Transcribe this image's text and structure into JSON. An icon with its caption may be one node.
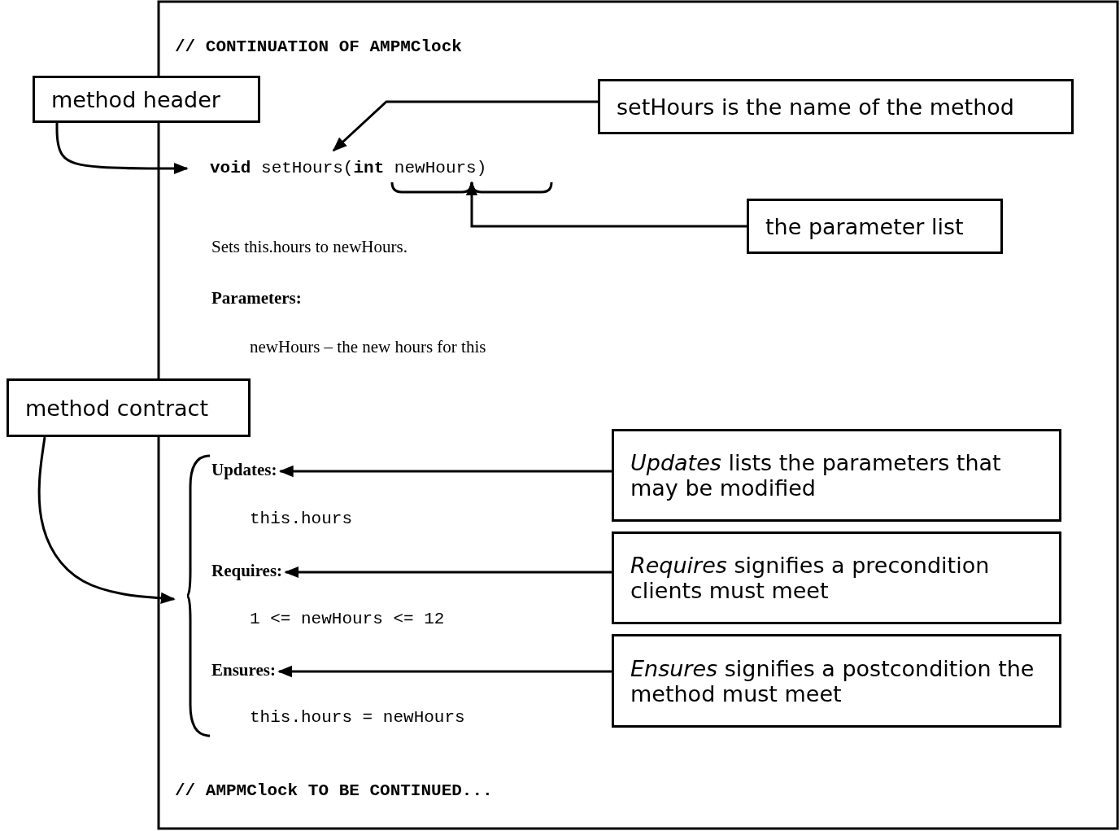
{
  "diagram": {
    "nodes": [
      {
        "text": [
          "method header"
        ]
      },
      {
        "text": [
          "setHours is the name of the method"
        ]
      },
      {
        "text": [
          "**void** setHours(**int** newHours)"
        ]
      },
      {
        "text": [],
        "shape": "brace"
      },
      {
        "text": [
          "the parameter list"
        ]
      },
      {
        "text": [
          "method contract"
        ]
      },
      {
        "text": [],
        "shape": "brace"
      },
      {
        "text": [
          "Updates:"
        ]
      },
      {
        "text": [
          "*Updates* lists the parameters that may be modified"
        ]
      },
      {
        "text": [
          "Requires:"
        ]
      },
      {
        "text": [
          "*Requires* signifies a precondition clients must meet"
        ]
      },
      {
        "text": [
          "Ensures:"
        ]
      },
      {
        "text": [
          "*Ensures* signifies a postcondition the method must meet"
        ]
      }
    ],
    "edges": [
      {
        "from": 0,
        "to": 2,
        "arrow": "to"
      },
      {
        "from": 1,
        "to": 2,
        "arrow": "to"
      },
      {
        "from": 4,
        "to": 3,
        "arrow": "to"
      },
      {
        "from": 5,
        "to": 6,
        "arrow": "to"
      },
      {
        "from": 8,
        "to": 7,
        "arrow": "to"
      },
      {
        "from": 10,
        "to": 9,
        "arrow": "to"
      },
      {
        "from": 12,
        "to": 11,
        "arrow": "to"
      }
    ],
    "labels": [
      "// CONTINUATION OF AMPMClock",
      "Sets this.hours to newHours.",
      "Parameters:",
      "newHours – the new hours for this",
      "this.hours",
      "1 <= newHours <= 12",
      "this.hours = newHours",
      "// AMPMClock TO BE CONTINUED..."
    ]
  }
}
